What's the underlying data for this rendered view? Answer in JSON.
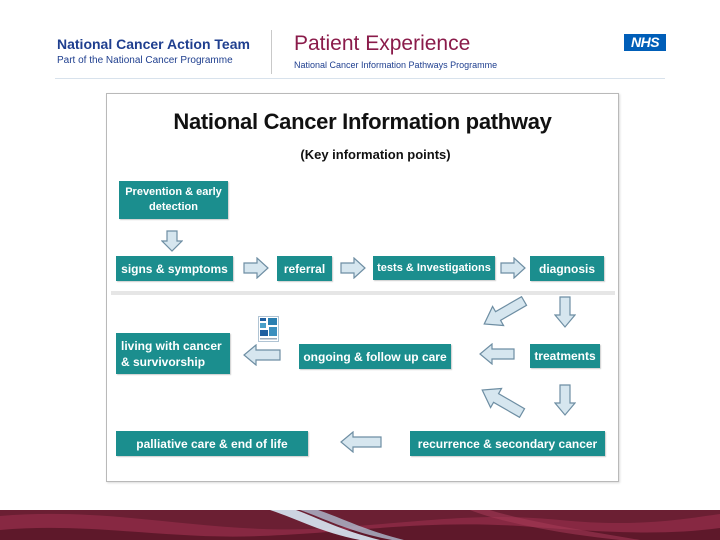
{
  "header": {
    "org_title": "National Cancer Action Team",
    "org_subtitle": "Part of the National Cancer Programme",
    "section_title": "Patient Experience",
    "section_subtitle": "National Cancer Information Pathways Programme",
    "logo_text": "NHS"
  },
  "diagram": {
    "title": "National Cancer Information pathway",
    "subtitle": "(Key  information points)",
    "boxes": {
      "prevention": "Prevention & early detection",
      "signs": "signs & symptoms",
      "referral": "referral",
      "tests": "tests & Investigations",
      "diagnosis": "diagnosis",
      "treatments": "treatments",
      "ongoing": "ongoing & follow up care",
      "living": "living with cancer & survivorship",
      "recurrence": "recurrence & secondary cancer",
      "palliative": "palliative care & end of life"
    }
  },
  "colors": {
    "box": "#1b8e8e",
    "arrow_fill": "#d6e6ef",
    "arrow_stroke": "#6e8ea3",
    "footer": "#6b1f33"
  }
}
